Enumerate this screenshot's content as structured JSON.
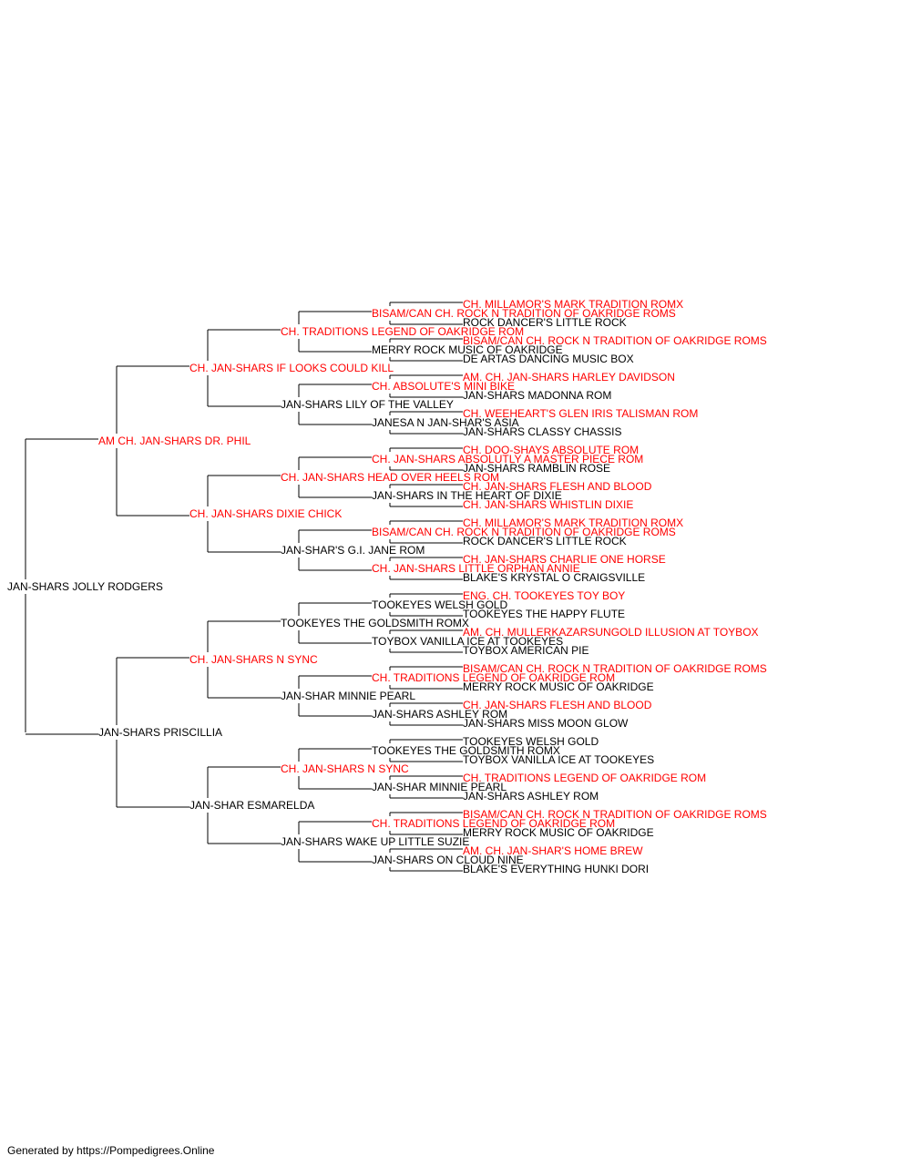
{
  "colors": {
    "champion": "#ff0000",
    "normal": "#000000",
    "line": "#000000"
  },
  "pedigree": {
    "name": "JAN-SHARS JOLLY RODGERS",
    "sire": {
      "name": "AM CH. JAN-SHARS DR. PHIL",
      "sire": {
        "name": "CH. JAN-SHARS IF LOOKS COULD KILL",
        "sire": {
          "name": "CH. TRADITIONS LEGEND OF OAKRIDGE ROM",
          "sire": {
            "name": "BISAM/CAN CH. ROCK N TRADITION OF OAKRIDGE ROMS",
            "sire": {
              "name": "CH. MILLAMOR'S MARK TRADITION ROMX"
            },
            "dam": {
              "name": "ROCK DANCER'S LITTLE ROCK"
            }
          },
          "dam": {
            "name": "MERRY ROCK MUSIC OF OAKRIDGE",
            "sire": {
              "name": "BISAM/CAN CH. ROCK N TRADITION OF OAKRIDGE ROMS"
            },
            "dam": {
              "name": "DE ARTAS DANCING MUSIC BOX"
            }
          }
        },
        "dam": {
          "name": "JAN-SHARS LILY OF THE VALLEY",
          "sire": {
            "name": "CH. ABSOLUTE'S MINI BIKE",
            "sire": {
              "name": "AM. CH. JAN-SHARS HARLEY DAVIDSON"
            },
            "dam": {
              "name": "JAN-SHARS MADONNA ROM"
            }
          },
          "dam": {
            "name": "JANESA N JAN-SHAR'S ASIA",
            "sire": {
              "name": "CH. WEEHEART'S GLEN IRIS TALISMAN ROM"
            },
            "dam": {
              "name": "JAN-SHARS CLASSY CHASSIS"
            }
          }
        }
      },
      "dam": {
        "name": "CH. JAN-SHARS DIXIE CHICK",
        "sire": {
          "name": "CH. JAN-SHARS HEAD OVER HEELS ROM",
          "sire": {
            "name": "CH. JAN-SHARS ABSOLUTLY A MASTER PIECE ROM",
            "sire": {
              "name": "CH. DOO-SHAYS ABSOLUTE ROM"
            },
            "dam": {
              "name": "JAN-SHARS RAMBLIN ROSE"
            }
          },
          "dam": {
            "name": "JAN-SHARS IN THE HEART OF DIXIE",
            "sire": {
              "name": "CH. JAN-SHARS FLESH AND BLOOD"
            },
            "dam": {
              "name": "CH. JAN-SHARS WHISTLIN DIXIE"
            }
          }
        },
        "dam": {
          "name": "JAN-SHAR'S G.I. JANE ROM",
          "sire": {
            "name": "BISAM/CAN CH. ROCK N TRADITION OF OAKRIDGE ROMS",
            "sire": {
              "name": "CH. MILLAMOR'S MARK TRADITION ROMX"
            },
            "dam": {
              "name": "ROCK DANCER'S LITTLE ROCK"
            }
          },
          "dam": {
            "name": "CH. JAN-SHARS LITTLE ORPHAN ANNIE",
            "sire": {
              "name": "CH. JAN-SHARS CHARLIE ONE HORSE"
            },
            "dam": {
              "name": "BLAKE'S KRYSTAL O CRAIGSVILLE"
            }
          }
        }
      }
    },
    "dam": {
      "name": "JAN-SHARS PRISCILLIA",
      "sire": {
        "name": "CH. JAN-SHARS N SYNC",
        "sire": {
          "name": "TOOKEYES THE GOLDSMITH ROMX",
          "sire": {
            "name": "TOOKEYES WELSH GOLD",
            "sire": {
              "name": "ENG. CH. TOOKEYES TOY BOY"
            },
            "dam": {
              "name": "TOOKEYES THE HAPPY FLUTE"
            }
          },
          "dam": {
            "name": "TOYBOX VANILLA ICE AT TOOKEYES",
            "sire": {
              "name": "AM. CH. MULLERKAZARSUNGOLD ILLUSION AT TOYBOX"
            },
            "dam": {
              "name": "TOYBOX AMERICAN PIE"
            }
          }
        },
        "dam": {
          "name": "JAN-SHAR MINNIE PEARL",
          "sire": {
            "name": "CH. TRADITIONS LEGEND OF OAKRIDGE ROM",
            "sire": {
              "name": "BISAM/CAN CH. ROCK N TRADITION OF OAKRIDGE ROMS"
            },
            "dam": {
              "name": "MERRY ROCK MUSIC OF OAKRIDGE"
            }
          },
          "dam": {
            "name": "JAN-SHARS ASHLEY ROM",
            "sire": {
              "name": "CH. JAN-SHARS FLESH AND BLOOD"
            },
            "dam": {
              "name": "JAN-SHARS MISS MOON GLOW"
            }
          }
        }
      },
      "dam": {
        "name": "JAN-SHAR ESMARELDA",
        "sire": {
          "name": "CH. JAN-SHARS N SYNC",
          "sire": {
            "name": "TOOKEYES THE GOLDSMITH ROMX",
            "sire": {
              "name": "TOOKEYES WELSH GOLD"
            },
            "dam": {
              "name": "TOYBOX VANILLA ICE AT TOOKEYES"
            }
          },
          "dam": {
            "name": "JAN-SHAR MINNIE PEARL",
            "sire": {
              "name": "CH. TRADITIONS LEGEND OF OAKRIDGE ROM"
            },
            "dam": {
              "name": "JAN-SHARS ASHLEY ROM"
            }
          }
        },
        "dam": {
          "name": "JAN-SHARS WAKE UP LITTLE SUZIE",
          "sire": {
            "name": "CH. TRADITIONS LEGEND OF OAKRIDGE ROM",
            "sire": {
              "name": "BISAM/CAN CH. ROCK N TRADITION OF OAKRIDGE ROMS"
            },
            "dam": {
              "name": "MERRY ROCK MUSIC OF OAKRIDGE"
            }
          },
          "dam": {
            "name": "JAN-SHARS ON CLOUD NINE",
            "sire": {
              "name": "AM. CH. JAN-SHAR'S HOME BREW"
            },
            "dam": {
              "name": "BLAKE'S EVERYTHING HUNKI DORI"
            }
          }
        }
      }
    }
  },
  "footer": "Generated by https://Pompedigrees.Online"
}
